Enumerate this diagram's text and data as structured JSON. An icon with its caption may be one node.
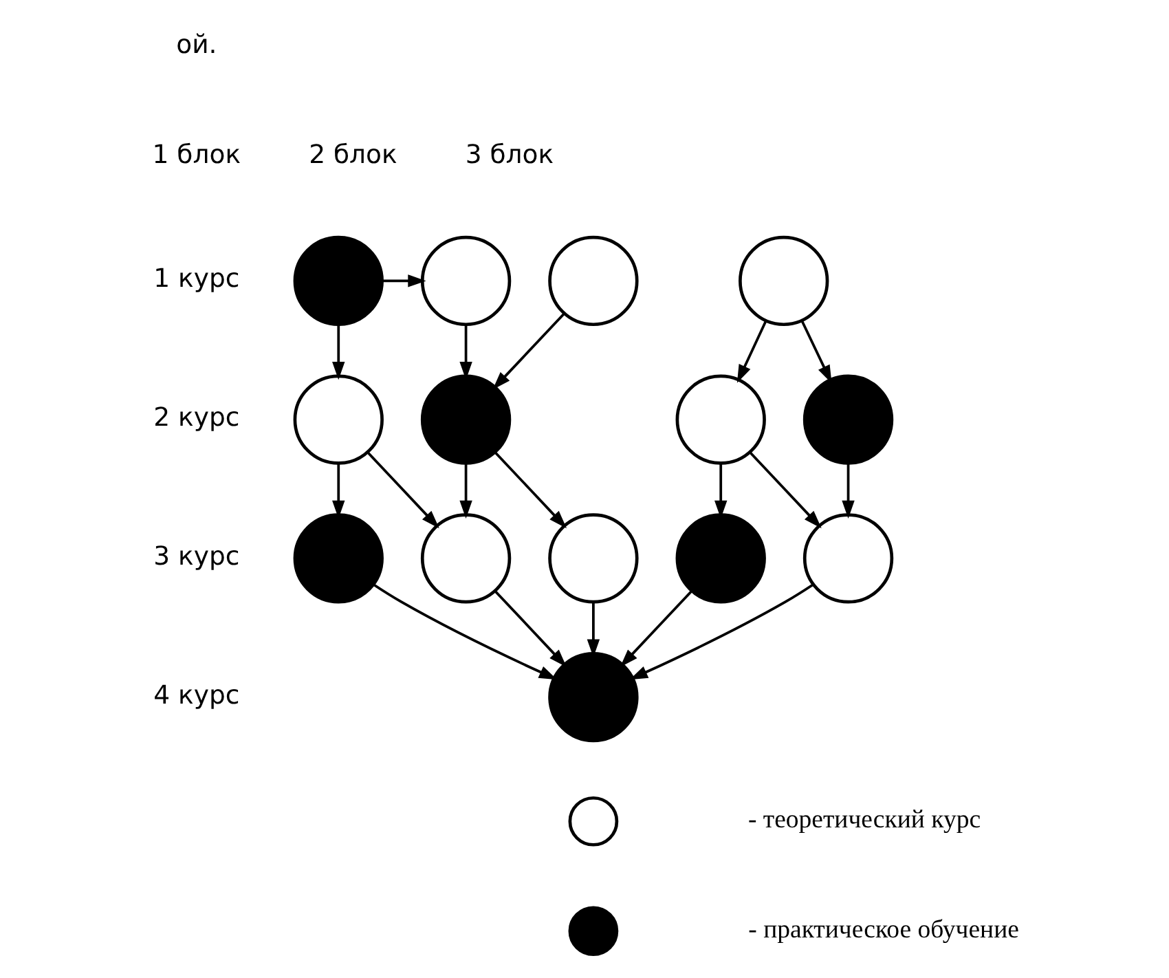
{
  "diagram": {
    "nodes": [
      {
        "text": [],
        "shape": "circle"
      },
      {
        "text": [],
        "shape": "circle"
      },
      {
        "text": [],
        "shape": "circle"
      },
      {
        "text": [],
        "shape": "circle"
      },
      {
        "text": [],
        "shape": "circle"
      },
      {
        "text": [],
        "shape": "circle"
      },
      {
        "text": [],
        "shape": "circle"
      },
      {
        "text": [],
        "shape": "circle"
      },
      {
        "text": [],
        "shape": "circle"
      },
      {
        "text": [],
        "shape": "circle"
      },
      {
        "text": [],
        "shape": "circle"
      },
      {
        "text": [],
        "shape": "circle"
      },
      {
        "text": [],
        "shape": "circle"
      },
      {
        "text": [],
        "shape": "circle"
      },
      {
        "text": [],
        "shape": "circle"
      },
      {
        "text": [],
        "shape": "circle"
      }
    ],
    "edges": [
      {
        "from": 0,
        "to": 1,
        "arrow": "to"
      },
      {
        "from": 0,
        "to": 4,
        "arrow": "to"
      },
      {
        "from": 1,
        "to": 5,
        "arrow": "to"
      },
      {
        "from": 2,
        "to": 5,
        "arrow": "to"
      },
      {
        "from": 3,
        "to": 6,
        "arrow": "to"
      },
      {
        "from": 3,
        "to": 7,
        "arrow": "to"
      },
      {
        "from": 4,
        "to": 8,
        "arrow": "to"
      },
      {
        "from": 4,
        "to": 9,
        "arrow": "to"
      },
      {
        "from": 5,
        "to": 9,
        "arrow": "to"
      },
      {
        "from": 5,
        "to": 10,
        "arrow": "to"
      },
      {
        "from": 6,
        "to": 11,
        "arrow": "to"
      },
      {
        "from": 6,
        "to": 12,
        "arrow": "to"
      },
      {
        "from": 7,
        "to": 12,
        "arrow": "to"
      },
      {
        "from": 8,
        "to": 13,
        "arrow": "to"
      },
      {
        "from": 9,
        "to": 13,
        "arrow": "to"
      },
      {
        "from": 10,
        "to": 13,
        "arrow": "to"
      },
      {
        "from": 11,
        "to": 13,
        "arrow": "to"
      },
      {
        "from": 12,
        "to": 13,
        "arrow": "to"
      }
    ],
    "labels": [
      "ой.",
      "1 блок",
      "2 блок",
      "3 блок",
      "1 курс",
      "2 курс",
      "3 курс",
      "4 курс"
    ],
    "legend": [
      {
        "text": "- теоретический курс"
      },
      {
        "text": "- практическое обучение"
      }
    ]
  }
}
